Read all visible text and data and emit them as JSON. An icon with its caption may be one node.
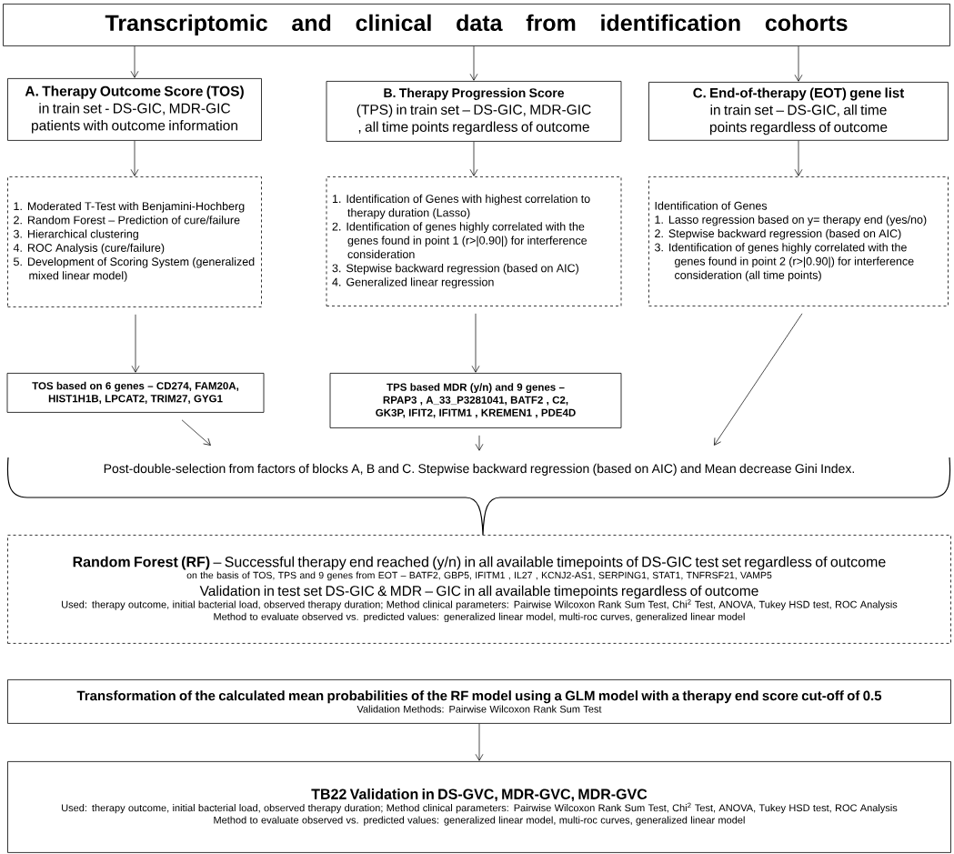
{
  "diagram": {
    "nodes": [
      {
        "text": [
          "Transcriptomic and clinical data from identification cohorts"
        ]
      },
      {
        "text": [
          "A. Therapy Outcome Score (TOS)",
          "in train set - DS-GIC, MDR-GIC patients with outcome information"
        ]
      },
      {
        "text": [
          "B. Therapy Progression Score",
          "(TPS) in train set – DS-GIC, MDR-GIC , all time points regardless of outcome"
        ]
      },
      {
        "text": [
          "C. End-of-therapy (EOT) gene list",
          "in train set – DS-GIC, all time points regardless of outcome"
        ]
      },
      {
        "text": [
          "1. Moderated T-Test with Benjamini-Hochberg",
          "2. Random Forest – Prediction of cure/failure",
          "3. Hierarchical clustering",
          "4. ROC Analysis (cure/failure)",
          "5. Development of Scoring System (generalized mixed linear model)"
        ]
      },
      {
        "text": [
          "1. Identification of Genes with highest correlation to therapy duration (Lasso)",
          "2. Identification of genes highly correlated with the genes found in point 1 (r>|0.90|) for interference consideration",
          "3. Stepwise backward regression (based on AIC)",
          "4. Generalized linear regression"
        ]
      },
      {
        "text": [
          "Identification of Genes",
          "1. Lasso regression based on y= therapy end (yes/no)",
          "2. Stepwise backward regression (based on AIC)",
          "3. Identification of genes highly correlated with the genes found in point 2 (r>|0.90|) for interference consideration (all time points)"
        ]
      },
      {
        "text": [
          "TOS based on 6 genes – CD274, FAM20A, HIST1H1B, LPCAT2, TRIM27, GYG1"
        ]
      },
      {
        "text": [
          "TPS based MDR (y/n) and 9 genes – RPAP3 , A_33_P3281041, BATF2 , C2, GK3P, IFIT2, IFITM1 , KREMEN1 , PDE4D"
        ]
      },
      {
        "text": [
          "Post-double-selection from factors of blocks A, B and C. Stepwise backward regression (based on AIC) and Mean decrease Gini Index."
        ]
      },
      {
        "text": [
          "**Random Forest (RF)** – Successful therapy end reached (y/n) in all available timepoints of DS-GIC test set regardless of outcome",
          "on the basis of TOS, TPS and 9 genes from EOT – BATF2, GBP5, IFITM1 , IL27 , KCNJ2-AS1, SERPING1, STAT1, TNFRSF21, VAMP5",
          "Validation in test set DS-GIC & MDR – GIC in all available timepoints regardless of outcome",
          "Used: therapy outcome, initial bacterial load, observed therapy duration; Method clinical parameters: Pairwise Wilcoxon Rank Sum Test, Chi$^{2}$ Test, ANOVA, Tukey HSD test, ROC Analysis",
          "Method to evaluate observed vs. predicted values: generalized linear model, multi-roc curves, generalized linear model"
        ]
      },
      {
        "text": [
          "Transformation of the calculated mean probabilities of the RF model using a GLM model with a therapy end score cut-off of 0.5",
          "Validation Methods: Pairwise Wilcoxon Rank Sum Test"
        ]
      },
      {
        "text": [
          "TB22 Validation in DS-GVC, MDR-GVC, MDR-GVC",
          "Used: therapy outcome, initial bacterial load, observed therapy duration; Method clinical parameters: Pairwise Wilcoxon Rank Sum Test, Chi$^{2}$ Test, ANOVA, Tukey HSD test, ROC Analysis",
          "Method to evaluate observed vs. predicted values: generalized linear model, multi-roc curves, generalized linear model"
        ]
      }
    ],
    "edges": [
      {
        "from": 0,
        "to": 1,
        "arrow": "to"
      },
      {
        "from": 0,
        "to": 2,
        "arrow": "to"
      },
      {
        "from": 0,
        "to": 3,
        "arrow": "to"
      },
      {
        "from": 1,
        "to": 4,
        "arrow": "to"
      },
      {
        "from": 2,
        "to": 5,
        "arrow": "to"
      },
      {
        "from": 3,
        "to": 6,
        "arrow": "to"
      },
      {
        "from": 4,
        "to": 7,
        "arrow": "to"
      },
      {
        "from": 5,
        "to": 8,
        "arrow": "to"
      },
      {
        "from": 7,
        "to": 9,
        "arrow": "to"
      },
      {
        "from": 8,
        "to": 9,
        "arrow": "to"
      },
      {
        "from": 6,
        "to": 9,
        "arrow": "to"
      },
      {
        "from": 11,
        "to": 12,
        "arrow": "to"
      }
    ]
  }
}
